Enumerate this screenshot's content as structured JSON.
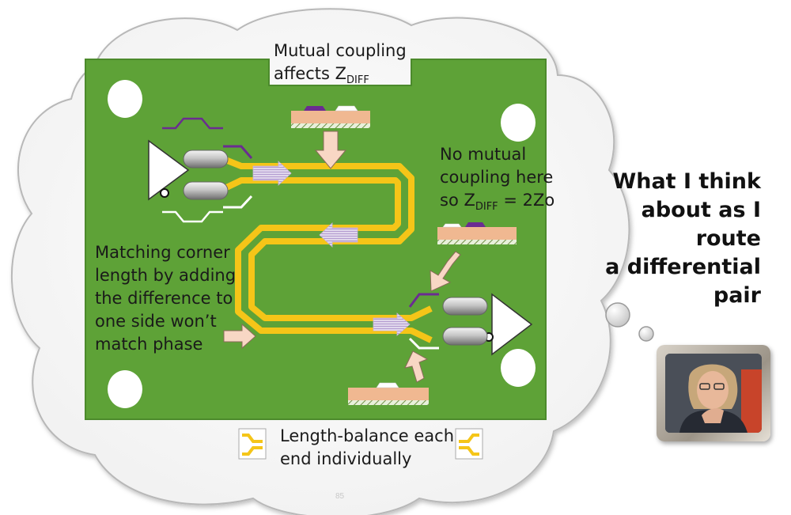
{
  "title_lines": [
    "What I think",
    "about as I",
    "route",
    "a differential",
    "pair"
  ],
  "note_mutual": {
    "line1": "Mutual coupling",
    "line2_prefix": "affects Z",
    "line2_sub": "DIFF"
  },
  "note_no_mutual": {
    "line1": "No mutual",
    "line2": "coupling here",
    "line3_prefix": "so Z",
    "line3_sub": "DIFF",
    "line3_suffix": " = 2Zo"
  },
  "note_corner": [
    "Matching corner",
    "length by adding",
    "the difference to",
    "one side won’t",
    "match phase"
  ],
  "note_length": [
    "Length-balance each",
    "end individually"
  ],
  "page_number": "85",
  "colors": {
    "board": "#5ea237",
    "trace": "#f5c518",
    "purple": "#6b2c91",
    "substrate": "#f0b891",
    "hatch": "#7a9a52",
    "arrow_fill": "#f8d7c4",
    "cloud_stroke": "#b8b8b8"
  },
  "icons": [
    "thought-cloud",
    "pcb-board",
    "differential-trace-pair",
    "driver-amplifier-icon",
    "receiver-amplifier-icon",
    "coax-connector-icon",
    "stripline-cross-section-icon",
    "down-arrow-icon",
    "up-arrow-icon",
    "signal-flow-arrow-icon",
    "fork-trace-icon",
    "presenter-photo"
  ]
}
